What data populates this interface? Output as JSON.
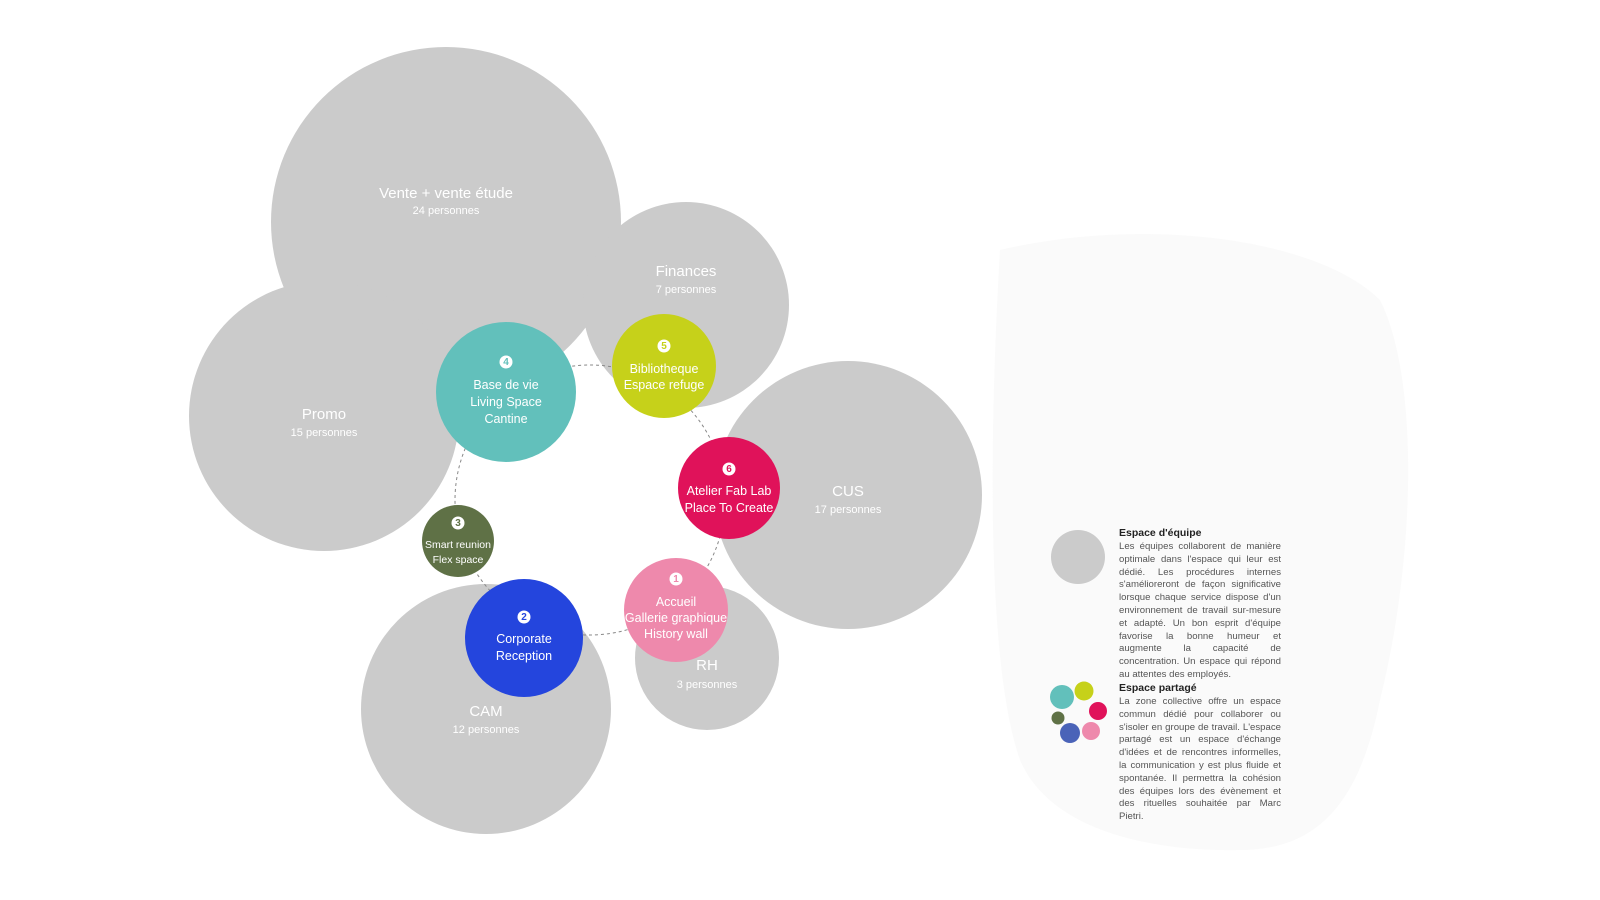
{
  "colors": {
    "team_space": "#cbcbcb",
    "ring_line": "#888888",
    "accueil": "#ee89ac",
    "corporate": "#2445dd",
    "smart": "#5f7146",
    "base_de_vie": "#62c0bb",
    "bibliotheque": "#c6d11a",
    "atelier": "#e0125a"
  },
  "team_spaces": [
    {
      "id": "vente",
      "name": "Vente + vente étude",
      "count": "24 personnes"
    },
    {
      "id": "promo",
      "name": "Promo",
      "count": "15 personnes"
    },
    {
      "id": "finances",
      "name": "Finances",
      "count": "7 personnes"
    },
    {
      "id": "cus",
      "name": "CUS",
      "count": "17 personnes"
    },
    {
      "id": "rh",
      "name": "RH",
      "count": "3 personnes"
    },
    {
      "id": "cam",
      "name": "CAM",
      "count": "12 personnes"
    }
  ],
  "shared_spaces": [
    {
      "id": "accueil",
      "number": "1",
      "lines": [
        "Accueil",
        "Gallerie graphique",
        "History wall"
      ]
    },
    {
      "id": "corporate",
      "number": "2",
      "lines": [
        "Corporate",
        "Reception"
      ]
    },
    {
      "id": "smart",
      "number": "3",
      "lines": [
        "Smart reunion",
        "Flex space"
      ]
    },
    {
      "id": "base_de_vie",
      "number": "4",
      "lines": [
        "Base de vie",
        "Living Space",
        "Cantine"
      ]
    },
    {
      "id": "bibliotheque",
      "number": "5",
      "lines": [
        "Bibliotheque",
        "Espace refuge"
      ]
    },
    {
      "id": "atelier",
      "number": "6",
      "lines": [
        "Atelier Fab Lab",
        "Place To Create"
      ]
    }
  ],
  "legend": {
    "team": {
      "title": "Espace d'équipe",
      "text": "Les équipes collaborent de manière optimale dans l'espace qui leur est dédié. Les procédures internes s'amélioreront de façon significative lorsque chaque service dispose d'un environnement de travail sur-mesure et adapté. Un bon esprit d'équipe favorise la bonne humeur et augmente la capacité de concentration. Un espace qui répond au attentes des employés.",
      "icon": "grey-circle-icon"
    },
    "shared": {
      "title": "Espace partagé",
      "text": "La zone collective offre un espace commun dédié pour collaborer ou s'isoler en groupe de travail. L'espace partagé est un espace d'échange d'idées et de rencontres informelles, la communication y est plus fluide et spontanée. Il permettra la cohésion des équipes lors des évènement et des rituelles souhaitée par Marc Pietri.",
      "icon": "colored-dots-icon"
    }
  }
}
